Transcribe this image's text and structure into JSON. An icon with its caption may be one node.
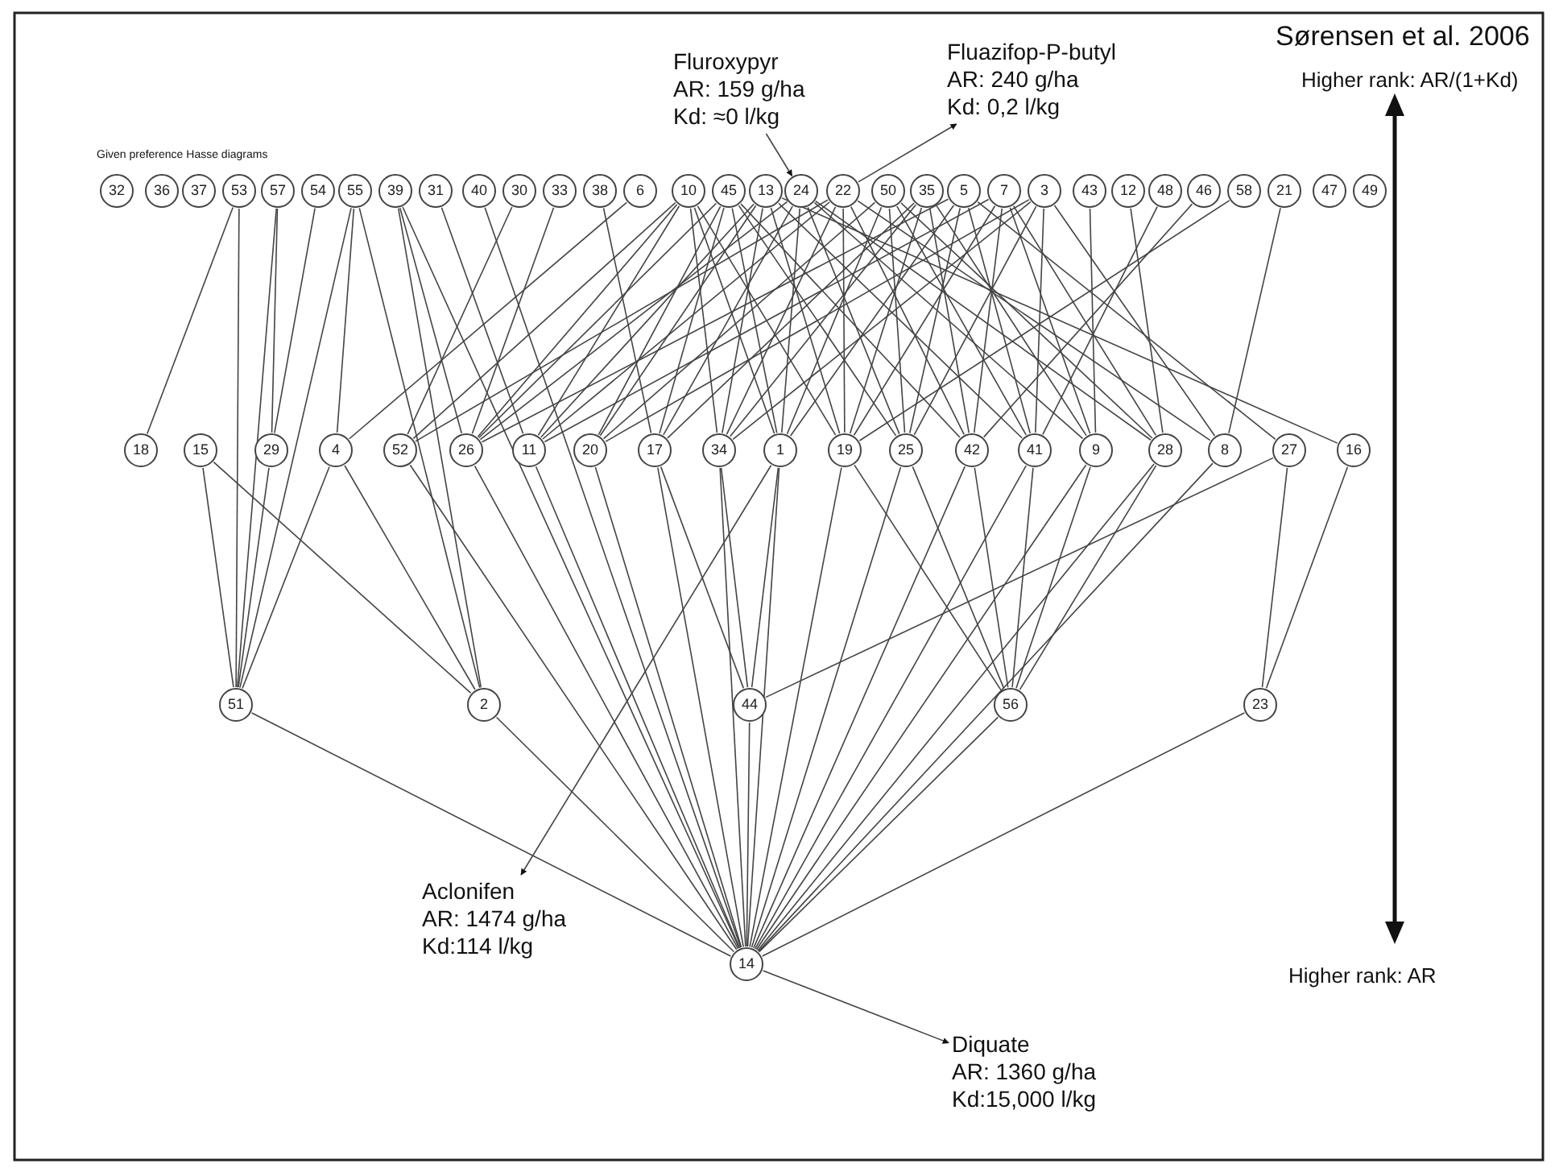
{
  "diagram": {
    "title": "Sørensen et al. 2006",
    "nodes": [
      {
        "text": [
          "32"
        ]
      },
      {
        "text": [
          "36"
        ]
      },
      {
        "text": [
          "37"
        ]
      },
      {
        "text": [
          "53"
        ]
      },
      {
        "text": [
          "57"
        ]
      },
      {
        "text": [
          "54"
        ]
      },
      {
        "text": [
          "55"
        ]
      },
      {
        "text": [
          "39"
        ]
      },
      {
        "text": [
          "31"
        ]
      },
      {
        "text": [
          "40"
        ]
      },
      {
        "text": [
          "30"
        ]
      },
      {
        "text": [
          "33"
        ]
      },
      {
        "text": [
          "38"
        ]
      },
      {
        "text": [
          "6"
        ]
      },
      {
        "text": [
          "10"
        ]
      },
      {
        "text": [
          "45"
        ]
      },
      {
        "text": [
          "13"
        ]
      },
      {
        "text": [
          "24"
        ]
      },
      {
        "text": [
          "22"
        ]
      },
      {
        "text": [
          "50"
        ]
      },
      {
        "text": [
          "35"
        ]
      },
      {
        "text": [
          "5"
        ]
      },
      {
        "text": [
          "7"
        ]
      },
      {
        "text": [
          "3"
        ]
      },
      {
        "text": [
          "43"
        ]
      },
      {
        "text": [
          "12"
        ]
      },
      {
        "text": [
          "48"
        ]
      },
      {
        "text": [
          "46"
        ]
      },
      {
        "text": [
          "58"
        ]
      },
      {
        "text": [
          "21"
        ]
      },
      {
        "text": [
          "47"
        ]
      },
      {
        "text": [
          "49"
        ]
      },
      {
        "text": [
          "18"
        ]
      },
      {
        "text": [
          "15"
        ]
      },
      {
        "text": [
          "29"
        ]
      },
      {
        "text": [
          "4"
        ]
      },
      {
        "text": [
          "52"
        ]
      },
      {
        "text": [
          "26"
        ]
      },
      {
        "text": [
          "11"
        ]
      },
      {
        "text": [
          "20"
        ]
      },
      {
        "text": [
          "17"
        ]
      },
      {
        "text": [
          "34"
        ]
      },
      {
        "text": [
          "1"
        ]
      },
      {
        "text": [
          "19"
        ]
      },
      {
        "text": [
          "25"
        ]
      },
      {
        "text": [
          "42"
        ]
      },
      {
        "text": [
          "41"
        ]
      },
      {
        "text": [
          "9"
        ]
      },
      {
        "text": [
          "28"
        ]
      },
      {
        "text": [
          "8"
        ]
      },
      {
        "text": [
          "27"
        ]
      },
      {
        "text": [
          "16"
        ]
      },
      {
        "text": [
          "51"
        ]
      },
      {
        "text": [
          "2"
        ]
      },
      {
        "text": [
          "44"
        ]
      },
      {
        "text": [
          "56"
        ]
      },
      {
        "text": [
          "23"
        ]
      },
      {
        "text": [
          "14"
        ]
      },
      {
        "text": [
          "Fluroxypyr",
          "AR: 159 g/ha",
          "Kd: ≈0 l/kg"
        ]
      },
      {
        "text": [
          "Fluazifop-P-butyl",
          "AR: 240 g/ha",
          "Kd: 0,2 l/kg"
        ]
      },
      {
        "text": [
          "Aclonifen",
          "AR: 1474 g/ha",
          "Kd:114 l/kg"
        ]
      },
      {
        "text": [
          "Diquate",
          "AR: 1360 g/ha",
          "Kd:15,000 l/kg"
        ]
      }
    ],
    "edges": [
      {
        "from": 3,
        "to": 32,
        "arrow": "none"
      },
      {
        "from": 4,
        "to": 34,
        "arrow": "none"
      },
      {
        "from": 5,
        "to": 34,
        "arrow": "none"
      },
      {
        "from": 6,
        "to": 35,
        "arrow": "none"
      },
      {
        "from": 7,
        "to": 37,
        "arrow": "none"
      },
      {
        "from": 8,
        "to": 38,
        "arrow": "none"
      },
      {
        "from": 10,
        "to": 36,
        "arrow": "none"
      },
      {
        "from": 11,
        "to": 37,
        "arrow": "none"
      },
      {
        "from": 12,
        "to": 40,
        "arrow": "none"
      },
      {
        "from": 13,
        "to": 35,
        "arrow": "none"
      },
      {
        "from": 24,
        "to": 47,
        "arrow": "none"
      },
      {
        "from": 25,
        "to": 48,
        "arrow": "none"
      },
      {
        "from": 26,
        "to": 46,
        "arrow": "none"
      },
      {
        "from": 27,
        "to": 45,
        "arrow": "none"
      },
      {
        "from": 28,
        "to": 43,
        "arrow": "none"
      },
      {
        "from": 29,
        "to": 49,
        "arrow": "none"
      },
      {
        "from": 14,
        "to": 36,
        "arrow": "none"
      },
      {
        "from": 14,
        "to": 37,
        "arrow": "none"
      },
      {
        "from": 14,
        "to": 38,
        "arrow": "none"
      },
      {
        "from": 14,
        "to": 41,
        "arrow": "none"
      },
      {
        "from": 14,
        "to": 42,
        "arrow": "none"
      },
      {
        "from": 14,
        "to": 43,
        "arrow": "none"
      },
      {
        "from": 15,
        "to": 37,
        "arrow": "none"
      },
      {
        "from": 15,
        "to": 39,
        "arrow": "none"
      },
      {
        "from": 15,
        "to": 40,
        "arrow": "none"
      },
      {
        "from": 15,
        "to": 42,
        "arrow": "none"
      },
      {
        "from": 15,
        "to": 44,
        "arrow": "none"
      },
      {
        "from": 15,
        "to": 45,
        "arrow": "none"
      },
      {
        "from": 16,
        "to": 38,
        "arrow": "none"
      },
      {
        "from": 16,
        "to": 39,
        "arrow": "none"
      },
      {
        "from": 16,
        "to": 41,
        "arrow": "none"
      },
      {
        "from": 16,
        "to": 43,
        "arrow": "none"
      },
      {
        "from": 16,
        "to": 46,
        "arrow": "none"
      },
      {
        "from": 16,
        "to": 51,
        "arrow": "none"
      },
      {
        "from": 17,
        "to": 37,
        "arrow": "none"
      },
      {
        "from": 17,
        "to": 40,
        "arrow": "none"
      },
      {
        "from": 17,
        "to": 42,
        "arrow": "none"
      },
      {
        "from": 17,
        "to": 44,
        "arrow": "none"
      },
      {
        "from": 17,
        "to": 47,
        "arrow": "none"
      },
      {
        "from": 17,
        "to": 48,
        "arrow": "none"
      },
      {
        "from": 18,
        "to": 36,
        "arrow": "none"
      },
      {
        "from": 18,
        "to": 38,
        "arrow": "none"
      },
      {
        "from": 18,
        "to": 41,
        "arrow": "none"
      },
      {
        "from": 18,
        "to": 43,
        "arrow": "none"
      },
      {
        "from": 18,
        "to": 45,
        "arrow": "none"
      },
      {
        "from": 18,
        "to": 49,
        "arrow": "none"
      },
      {
        "from": 19,
        "to": 39,
        "arrow": "none"
      },
      {
        "from": 19,
        "to": 42,
        "arrow": "none"
      },
      {
        "from": 19,
        "to": 44,
        "arrow": "none"
      },
      {
        "from": 19,
        "to": 46,
        "arrow": "none"
      },
      {
        "from": 19,
        "to": 48,
        "arrow": "none"
      },
      {
        "from": 20,
        "to": 40,
        "arrow": "none"
      },
      {
        "from": 20,
        "to": 41,
        "arrow": "none"
      },
      {
        "from": 20,
        "to": 43,
        "arrow": "none"
      },
      {
        "from": 20,
        "to": 45,
        "arrow": "none"
      },
      {
        "from": 20,
        "to": 47,
        "arrow": "none"
      },
      {
        "from": 21,
        "to": 37,
        "arrow": "none"
      },
      {
        "from": 21,
        "to": 42,
        "arrow": "none"
      },
      {
        "from": 21,
        "to": 44,
        "arrow": "none"
      },
      {
        "from": 21,
        "to": 46,
        "arrow": "none"
      },
      {
        "from": 21,
        "to": 50,
        "arrow": "none"
      },
      {
        "from": 22,
        "to": 38,
        "arrow": "none"
      },
      {
        "from": 22,
        "to": 43,
        "arrow": "none"
      },
      {
        "from": 22,
        "to": 45,
        "arrow": "none"
      },
      {
        "from": 22,
        "to": 47,
        "arrow": "none"
      },
      {
        "from": 22,
        "to": 48,
        "arrow": "none"
      },
      {
        "from": 23,
        "to": 39,
        "arrow": "none"
      },
      {
        "from": 23,
        "to": 41,
        "arrow": "none"
      },
      {
        "from": 23,
        "to": 44,
        "arrow": "none"
      },
      {
        "from": 23,
        "to": 46,
        "arrow": "none"
      },
      {
        "from": 23,
        "to": 49,
        "arrow": "none"
      },
      {
        "from": 3,
        "to": 52,
        "arrow": "none"
      },
      {
        "from": 4,
        "to": 52,
        "arrow": "none"
      },
      {
        "from": 6,
        "to": 52,
        "arrow": "none"
      },
      {
        "from": 7,
        "to": 53,
        "arrow": "none"
      },
      {
        "from": 6,
        "to": 53,
        "arrow": "none"
      },
      {
        "from": 7,
        "to": 57,
        "arrow": "none"
      },
      {
        "from": 9,
        "to": 57,
        "arrow": "none"
      },
      {
        "from": 33,
        "to": 52,
        "arrow": "none"
      },
      {
        "from": 34,
        "to": 52,
        "arrow": "none"
      },
      {
        "from": 35,
        "to": 52,
        "arrow": "none"
      },
      {
        "from": 33,
        "to": 53,
        "arrow": "none"
      },
      {
        "from": 35,
        "to": 53,
        "arrow": "none"
      },
      {
        "from": 40,
        "to": 54,
        "arrow": "none"
      },
      {
        "from": 41,
        "to": 54,
        "arrow": "none"
      },
      {
        "from": 42,
        "to": 54,
        "arrow": "none"
      },
      {
        "from": 50,
        "to": 54,
        "arrow": "none"
      },
      {
        "from": 43,
        "to": 55,
        "arrow": "none"
      },
      {
        "from": 44,
        "to": 55,
        "arrow": "none"
      },
      {
        "from": 45,
        "to": 55,
        "arrow": "none"
      },
      {
        "from": 46,
        "to": 55,
        "arrow": "none"
      },
      {
        "from": 47,
        "to": 55,
        "arrow": "none"
      },
      {
        "from": 48,
        "to": 55,
        "arrow": "none"
      },
      {
        "from": 50,
        "to": 56,
        "arrow": "none"
      },
      {
        "from": 51,
        "to": 56,
        "arrow": "none"
      },
      {
        "from": 52,
        "to": 57,
        "arrow": "none"
      },
      {
        "from": 53,
        "to": 57,
        "arrow": "none"
      },
      {
        "from": 54,
        "to": 57,
        "arrow": "none"
      },
      {
        "from": 55,
        "to": 57,
        "arrow": "none"
      },
      {
        "from": 56,
        "to": 57,
        "arrow": "none"
      },
      {
        "from": 36,
        "to": 57,
        "arrow": "none"
      },
      {
        "from": 37,
        "to": 57,
        "arrow": "none"
      },
      {
        "from": 38,
        "to": 57,
        "arrow": "none"
      },
      {
        "from": 39,
        "to": 57,
        "arrow": "none"
      },
      {
        "from": 40,
        "to": 57,
        "arrow": "none"
      },
      {
        "from": 41,
        "to": 57,
        "arrow": "none"
      },
      {
        "from": 42,
        "to": 57,
        "arrow": "none"
      },
      {
        "from": 43,
        "to": 57,
        "arrow": "none"
      },
      {
        "from": 44,
        "to": 57,
        "arrow": "none"
      },
      {
        "from": 45,
        "to": 57,
        "arrow": "none"
      },
      {
        "from": 46,
        "to": 57,
        "arrow": "none"
      },
      {
        "from": 47,
        "to": 57,
        "arrow": "none"
      },
      {
        "from": 48,
        "to": 57,
        "arrow": "none"
      },
      {
        "from": 49,
        "to": 57,
        "arrow": "none"
      },
      {
        "from": 58,
        "to": 17,
        "arrow": "to"
      },
      {
        "from": 18,
        "to": 59,
        "arrow": "to"
      },
      {
        "from": 42,
        "to": 60,
        "arrow": "to"
      },
      {
        "from": 57,
        "to": 61,
        "arrow": "to"
      }
    ],
    "labels": [
      "Given preference Hasse diagrams",
      "Higher rank: AR/(1+Kd)",
      "Higher rank: AR"
    ]
  }
}
